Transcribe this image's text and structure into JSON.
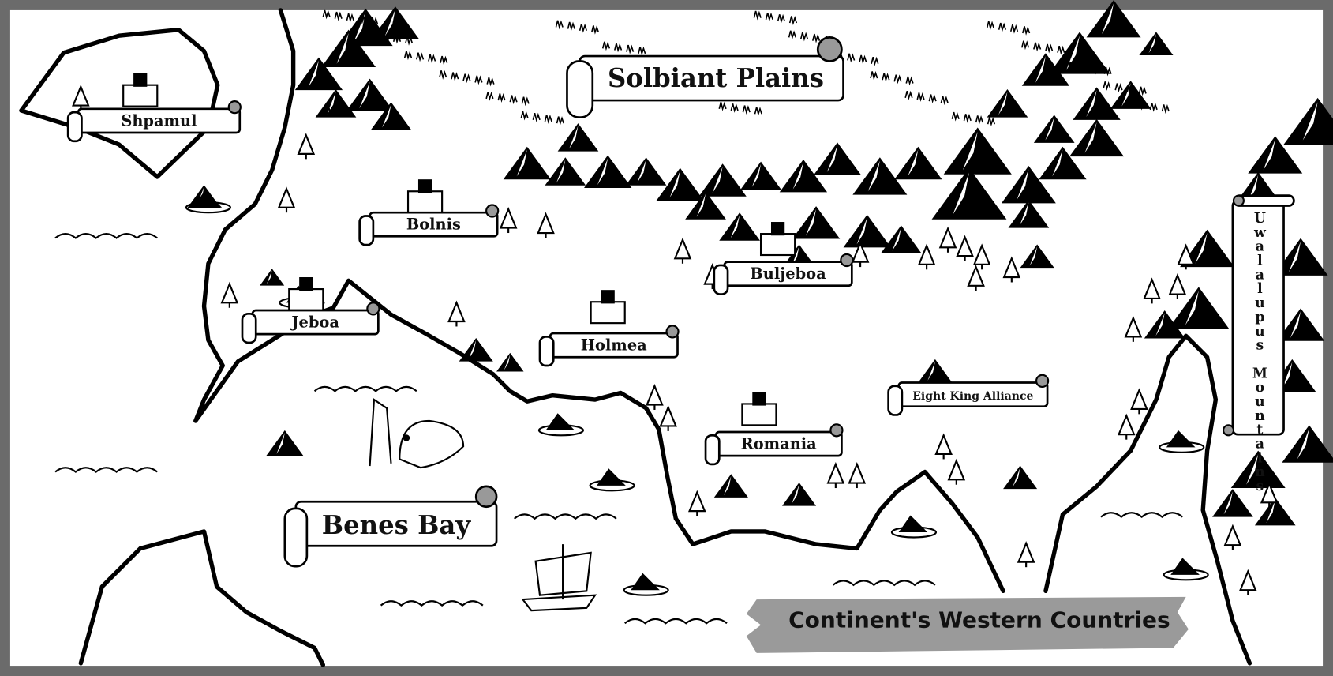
{
  "map": {
    "title": "Continent's Western Countries",
    "regions": {
      "plains": "Solbiant Plains",
      "bay": "Benes Bay",
      "mountains": "Uwalalupus Mountains"
    },
    "places": {
      "shpamul": "Shpamul",
      "bolnis": "Bolnis",
      "jeboa": "Jeboa",
      "holmea": "Holmea",
      "buljeboa": "Buljeboa",
      "romania": "Romania",
      "alliance": "Eight King Alliance"
    },
    "colors": {
      "frame": "#6b6b6b",
      "banner": "#9a9a9a",
      "ink": "#000000",
      "paper": "#ffffff"
    }
  }
}
